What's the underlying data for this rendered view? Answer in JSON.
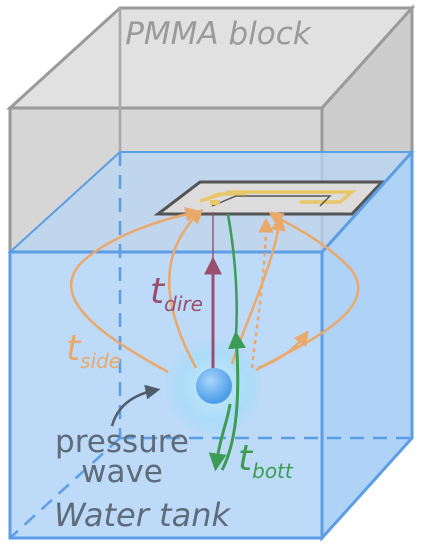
{
  "labels": {
    "block": "PMMA block",
    "tank": "Water tank",
    "pressure_line1": "pressure",
    "pressure_line2": "wave",
    "t_dire_base": "t",
    "t_dire_sub": "dire",
    "t_side_base": "t",
    "t_side_sub": "side",
    "t_bott_base": "t",
    "t_bott_sub": "bott"
  },
  "colors": {
    "block_fill": "#d9d9d9",
    "block_edge": "#9a9a9a",
    "water_fill": "#bcdcfb",
    "water_edge": "#5b9ee6",
    "sensor_outline": "#555555",
    "sensor_trace": "#e8c76a",
    "direct_path": "#9b4f6e",
    "side_path": "#eaa869",
    "bottom_path": "#3d9c54",
    "source_glow": "#a9dcf7",
    "source_core": "#5fb0ef",
    "label_gray": "#5e6b78"
  }
}
